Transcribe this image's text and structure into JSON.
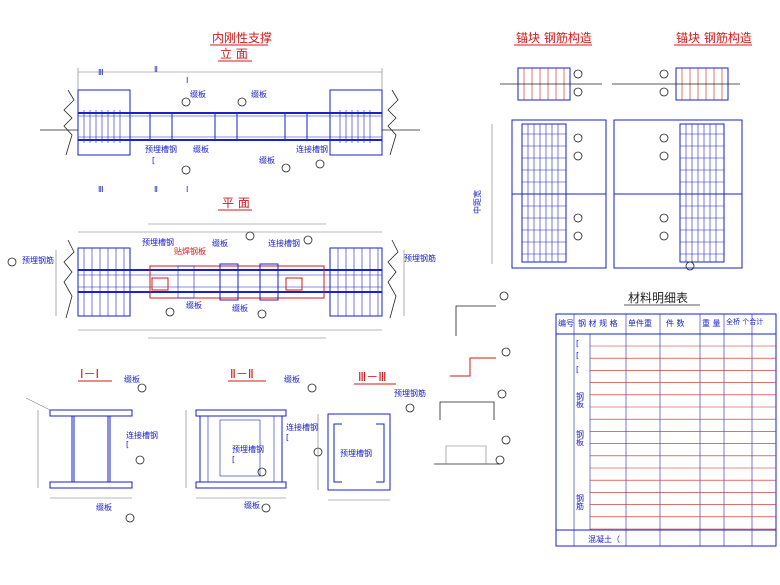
{
  "titles": {
    "main_a": "内刚性支撑",
    "main_b": "立 面",
    "plan": "平 面",
    "sec1": "Ⅰ－Ⅰ",
    "sec2": "Ⅱ－Ⅱ",
    "sec3": "Ⅲ－Ⅲ",
    "anchor1": "锚块 钢筋构造",
    "anchor2": "锚块 钢筋构造"
  },
  "labels": {
    "flange": "缀板",
    "channel_conn": "连接槽钢",
    "embed_channel": "预埋槽钢",
    "embed_steel": "预埋钢筋",
    "weld": "贴焊钢板",
    "c_mark": "[",
    "roman_i": "Ⅰ",
    "roman_ii": "Ⅱ",
    "roman_iii": "Ⅲ",
    "dim_v": "中距宽"
  },
  "table": {
    "title": "材料明细表",
    "headers": [
      "编号",
      "钢 材 规 格",
      "单件重",
      "件 数",
      "重 量",
      "全桥 个合计"
    ],
    "groups": [
      "钢板",
      "钢板",
      "钢筋"
    ],
    "footer": "混凝土（",
    "marks": [
      "[",
      "[",
      "["
    ]
  },
  "colors": {
    "drawing_blue": "#1a22c8",
    "accent_red": "#d21a1a"
  }
}
